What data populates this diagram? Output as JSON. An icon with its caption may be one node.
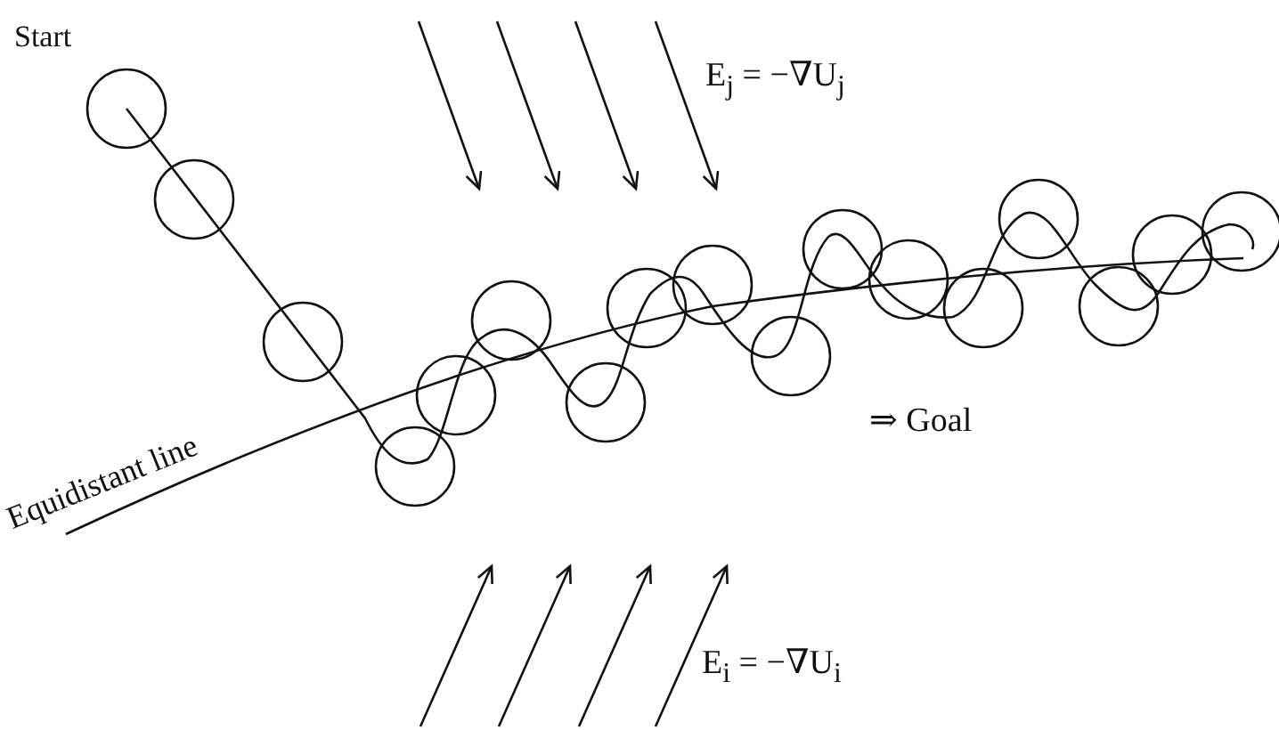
{
  "diagram": {
    "labels": [
      "Start",
      "E$_{j}$ = −∇U$_{j}$",
      "Equidistant line",
      "⇒ Goal",
      "E$_{i}$ = −∇U$_{i}$"
    ]
  }
}
